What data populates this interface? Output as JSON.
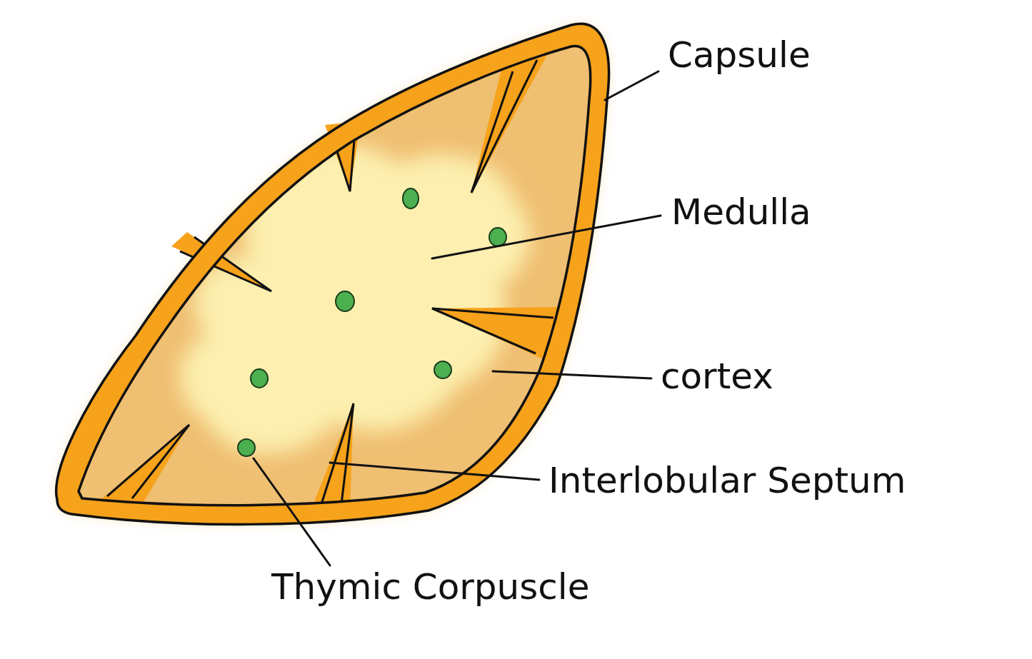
{
  "diagram": {
    "labels": [
      "Capsule",
      "Medulla",
      "cortex",
      "Interlobular Septum",
      "Thymic Corpuscle"
    ]
  }
}
